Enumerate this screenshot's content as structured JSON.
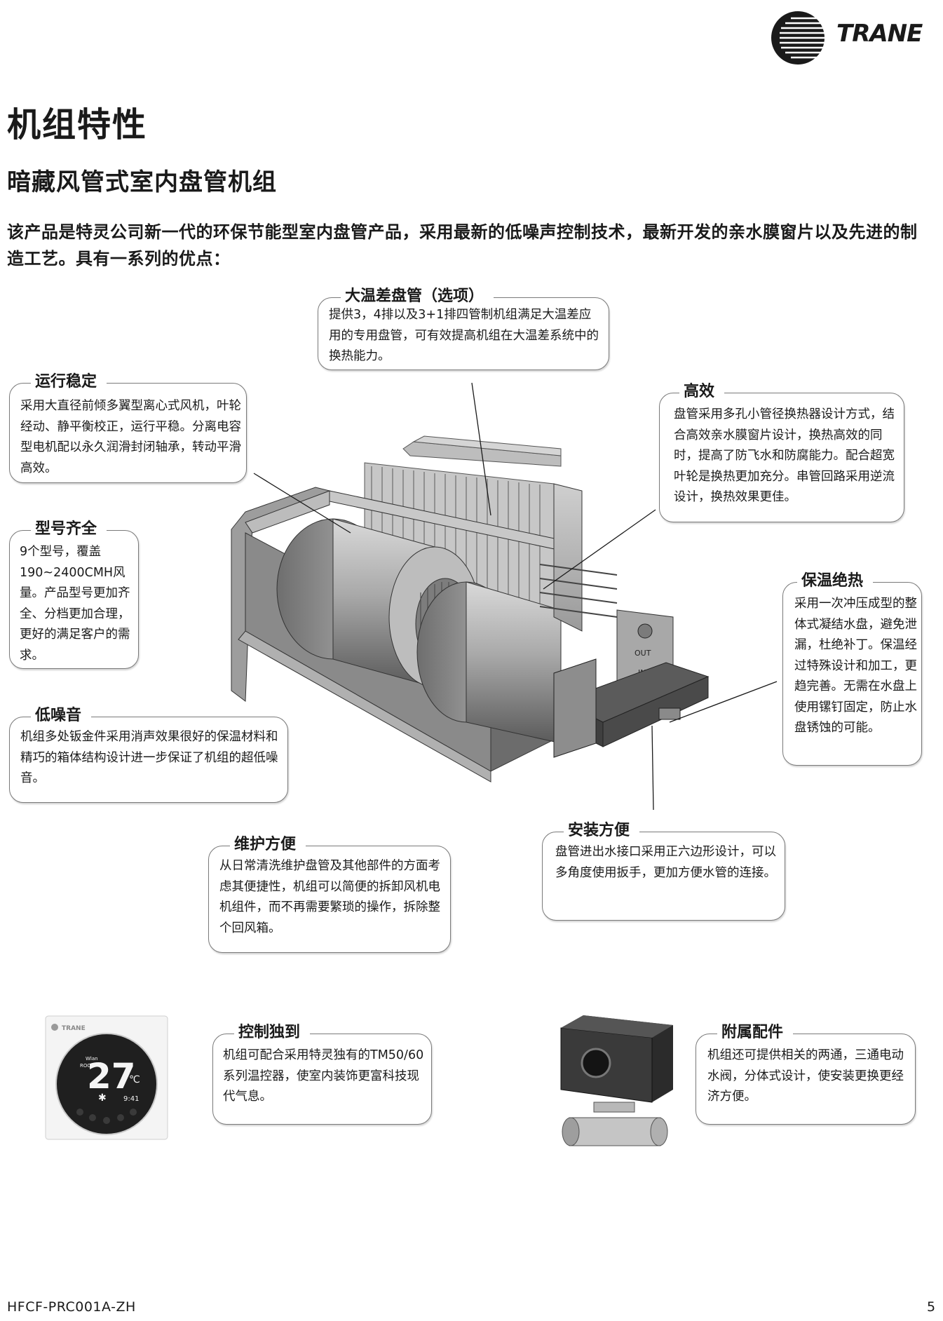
{
  "brand": {
    "name": "TRANE"
  },
  "title": "机组特性",
  "subtitle": "暗藏风管式室内盘管机组",
  "intro": "该产品是特灵公司新一代的环保节能型室内盘管产品，采用最新的低噪声控制技术，最新开发的亲水膜窗片以及先进的制造工艺。具有一系列的优点：",
  "callouts": {
    "temp_diff": {
      "title": "大温差盘管（选项）",
      "body": "提供3，4排以及3+1排四管制机组满足大温差应用的专用盘管，可有效提高机组在大温差系统中的换热能力。"
    },
    "stable": {
      "title": "运行稳定",
      "body": "采用大直径前倾多翼型离心式风机，叶轮经动、静平衡校正，运行平稳。分离电容型电机配以永久润滑封闭轴承，转动平滑高效。"
    },
    "efficient": {
      "title": "高效",
      "body": "盘管采用多孔小管径换热器设计方式，结合高效亲水膜窗片设计，换热高效的同时，提高了防飞水和防腐能力。配合超宽叶轮是换热更加充分。串管回路采用逆流设计，换热效果更佳。"
    },
    "models": {
      "title": "型号齐全",
      "body": "9个型号，覆盖190~2400CMH风量。产品型号更加齐全、分档更加合理，更好的满足客户的需求。"
    },
    "insulation": {
      "title": "保温绝热",
      "body": "采用一次冲压成型的整体式凝结水盘，避免泄漏，杜绝补丁。保温经过特殊设计和加工，更趋完善。无需在水盘上使用镙钉固定，防止水盘锈蚀的可能。"
    },
    "low_noise": {
      "title": "低噪音",
      "body": "机组多处钣金件采用消声效果很好的保温材料和精巧的箱体结构设计进一步保证了机组的超低噪音。"
    },
    "install": {
      "title": "安装方便",
      "body": "盘管进出水接口采用正六边形设计，可以多角度使用扳手，更加方便水管的连接。"
    },
    "maintenance": {
      "title": "维护方便",
      "body": "从日常清洗维护盘管及其他部件的方面考虑其便捷性，机组可以简便的拆卸风机电机组件，而不再需要繁琐的操作，拆除整个回风箱。"
    },
    "control": {
      "title": "控制独到",
      "body": "机组可配合采用特灵独有的TM50/60系列温控器，使室内装饰更富科技现代气息。"
    },
    "accessories": {
      "title": "附属配件",
      "body": "机组还可提供相关的两通，三通电动水阀，分体式设计，使安装更换更经济方便。"
    }
  },
  "thermostat": {
    "brand": "TRANE",
    "temp": "27",
    "unit": "℃",
    "mode": "ROOM",
    "time": "9:41",
    "wifi": "Wlan"
  },
  "valve_labels": {
    "out": "OUT",
    "in": "IN"
  },
  "footer": {
    "doc_code": "HFCF-PRC001A-ZH",
    "page": "5"
  }
}
